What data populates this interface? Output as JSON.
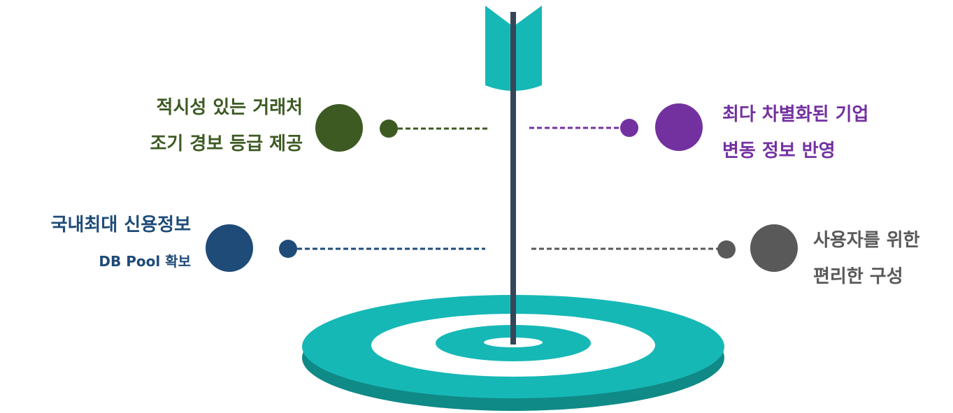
{
  "colors": {
    "teal": "#16B8B6",
    "teal_dark": "#0F8A87",
    "arrow_shaft": "#36465A",
    "green": "#3D5A23",
    "purple": "#7331A0",
    "navy": "#1F4B78",
    "gray": "#595959"
  },
  "items": [
    {
      "lines": [
        "적시성 있는 거래처",
        "조기 경보 등급 제공"
      ],
      "color": "#3D5A23"
    },
    {
      "lines": [
        "최다 차별화된 기업",
        "변동 정보 반영"
      ],
      "color": "#7331A0"
    },
    {
      "lines": [
        "국내최대 신용정보",
        "DB Pool 확보"
      ],
      "color": "#1F4B78"
    },
    {
      "lines": [
        "사용자를 위한",
        "편리한 구성"
      ],
      "color": "#595959"
    }
  ]
}
